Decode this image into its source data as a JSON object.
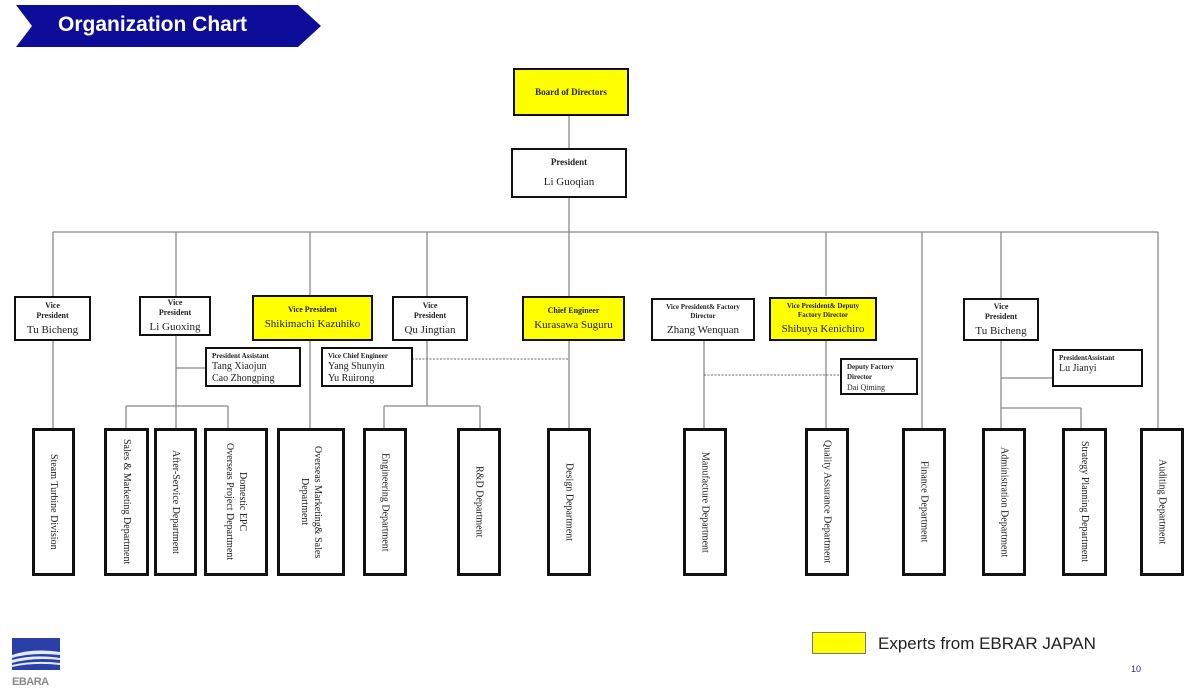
{
  "title": "Organization Chart",
  "colors": {
    "banner": "#0d0d9a",
    "expert_highlight": "#ffff00",
    "line": "#888888"
  },
  "top": {
    "board": {
      "role": "Board of Directors"
    },
    "president": {
      "role": "President",
      "name": "Li Guoqian"
    }
  },
  "executives": [
    {
      "id": "vp1",
      "role": "Vice President",
      "name": "Tu Bicheng",
      "expert": false
    },
    {
      "id": "vp2",
      "role": "Vice President",
      "name": "Li Guoxing",
      "expert": false
    },
    {
      "id": "vp3",
      "role": "Vice President",
      "name": "Shikimachi Kazuhiko",
      "expert": true
    },
    {
      "id": "vp4",
      "role": "Vice President",
      "name": "Qu Jingtian",
      "expert": false
    },
    {
      "id": "ce",
      "role": "Chief Engineer",
      "name": "Kurasawa Suguru",
      "expert": true
    },
    {
      "id": "vp5",
      "role": "Vice President& Factory Director",
      "name": "Zhang Wenquan",
      "expert": false
    },
    {
      "id": "vp6",
      "role": "Vice President& Deputy Factory Director",
      "name": "Shibuya Kenichiro",
      "expert": true
    },
    {
      "id": "vp7",
      "role": "Vice President",
      "name": "Tu Bicheng",
      "expert": false
    }
  ],
  "assistants": [
    {
      "id": "pa1",
      "role": "President Assistant",
      "names": [
        "Tang Xiaojun",
        "Cao Zhongping"
      ]
    },
    {
      "id": "vce",
      "role": "Vice Chief Engineer",
      "names": [
        "Yang Shunyin",
        "Yu Ruirong"
      ]
    },
    {
      "id": "dfd",
      "role": "Deputy Factory Director",
      "names": [
        "Dai Qiming"
      ]
    },
    {
      "id": "pa2",
      "role": "PresidentAssistant",
      "names": [
        "Lu Jianyi"
      ]
    }
  ],
  "departments": [
    "Steam Turbine Division",
    "Sales & Marketing Department",
    "After-Service Department",
    "Domestic EPC\nOverseas Project Department",
    "Overseas Marketing& Sales\nDepartment",
    "Engineering Department",
    "R&D Department",
    "Design Department",
    "Manufacture Department",
    "Quality Assurance Department",
    "Finance Department",
    "Administration Department",
    "Strategy Planning Department",
    "Auditing Department"
  ],
  "legend": {
    "label": "Experts from EBRAR JAPAN"
  },
  "footer": {
    "logo_text": "EBARA",
    "page_number": "10"
  }
}
